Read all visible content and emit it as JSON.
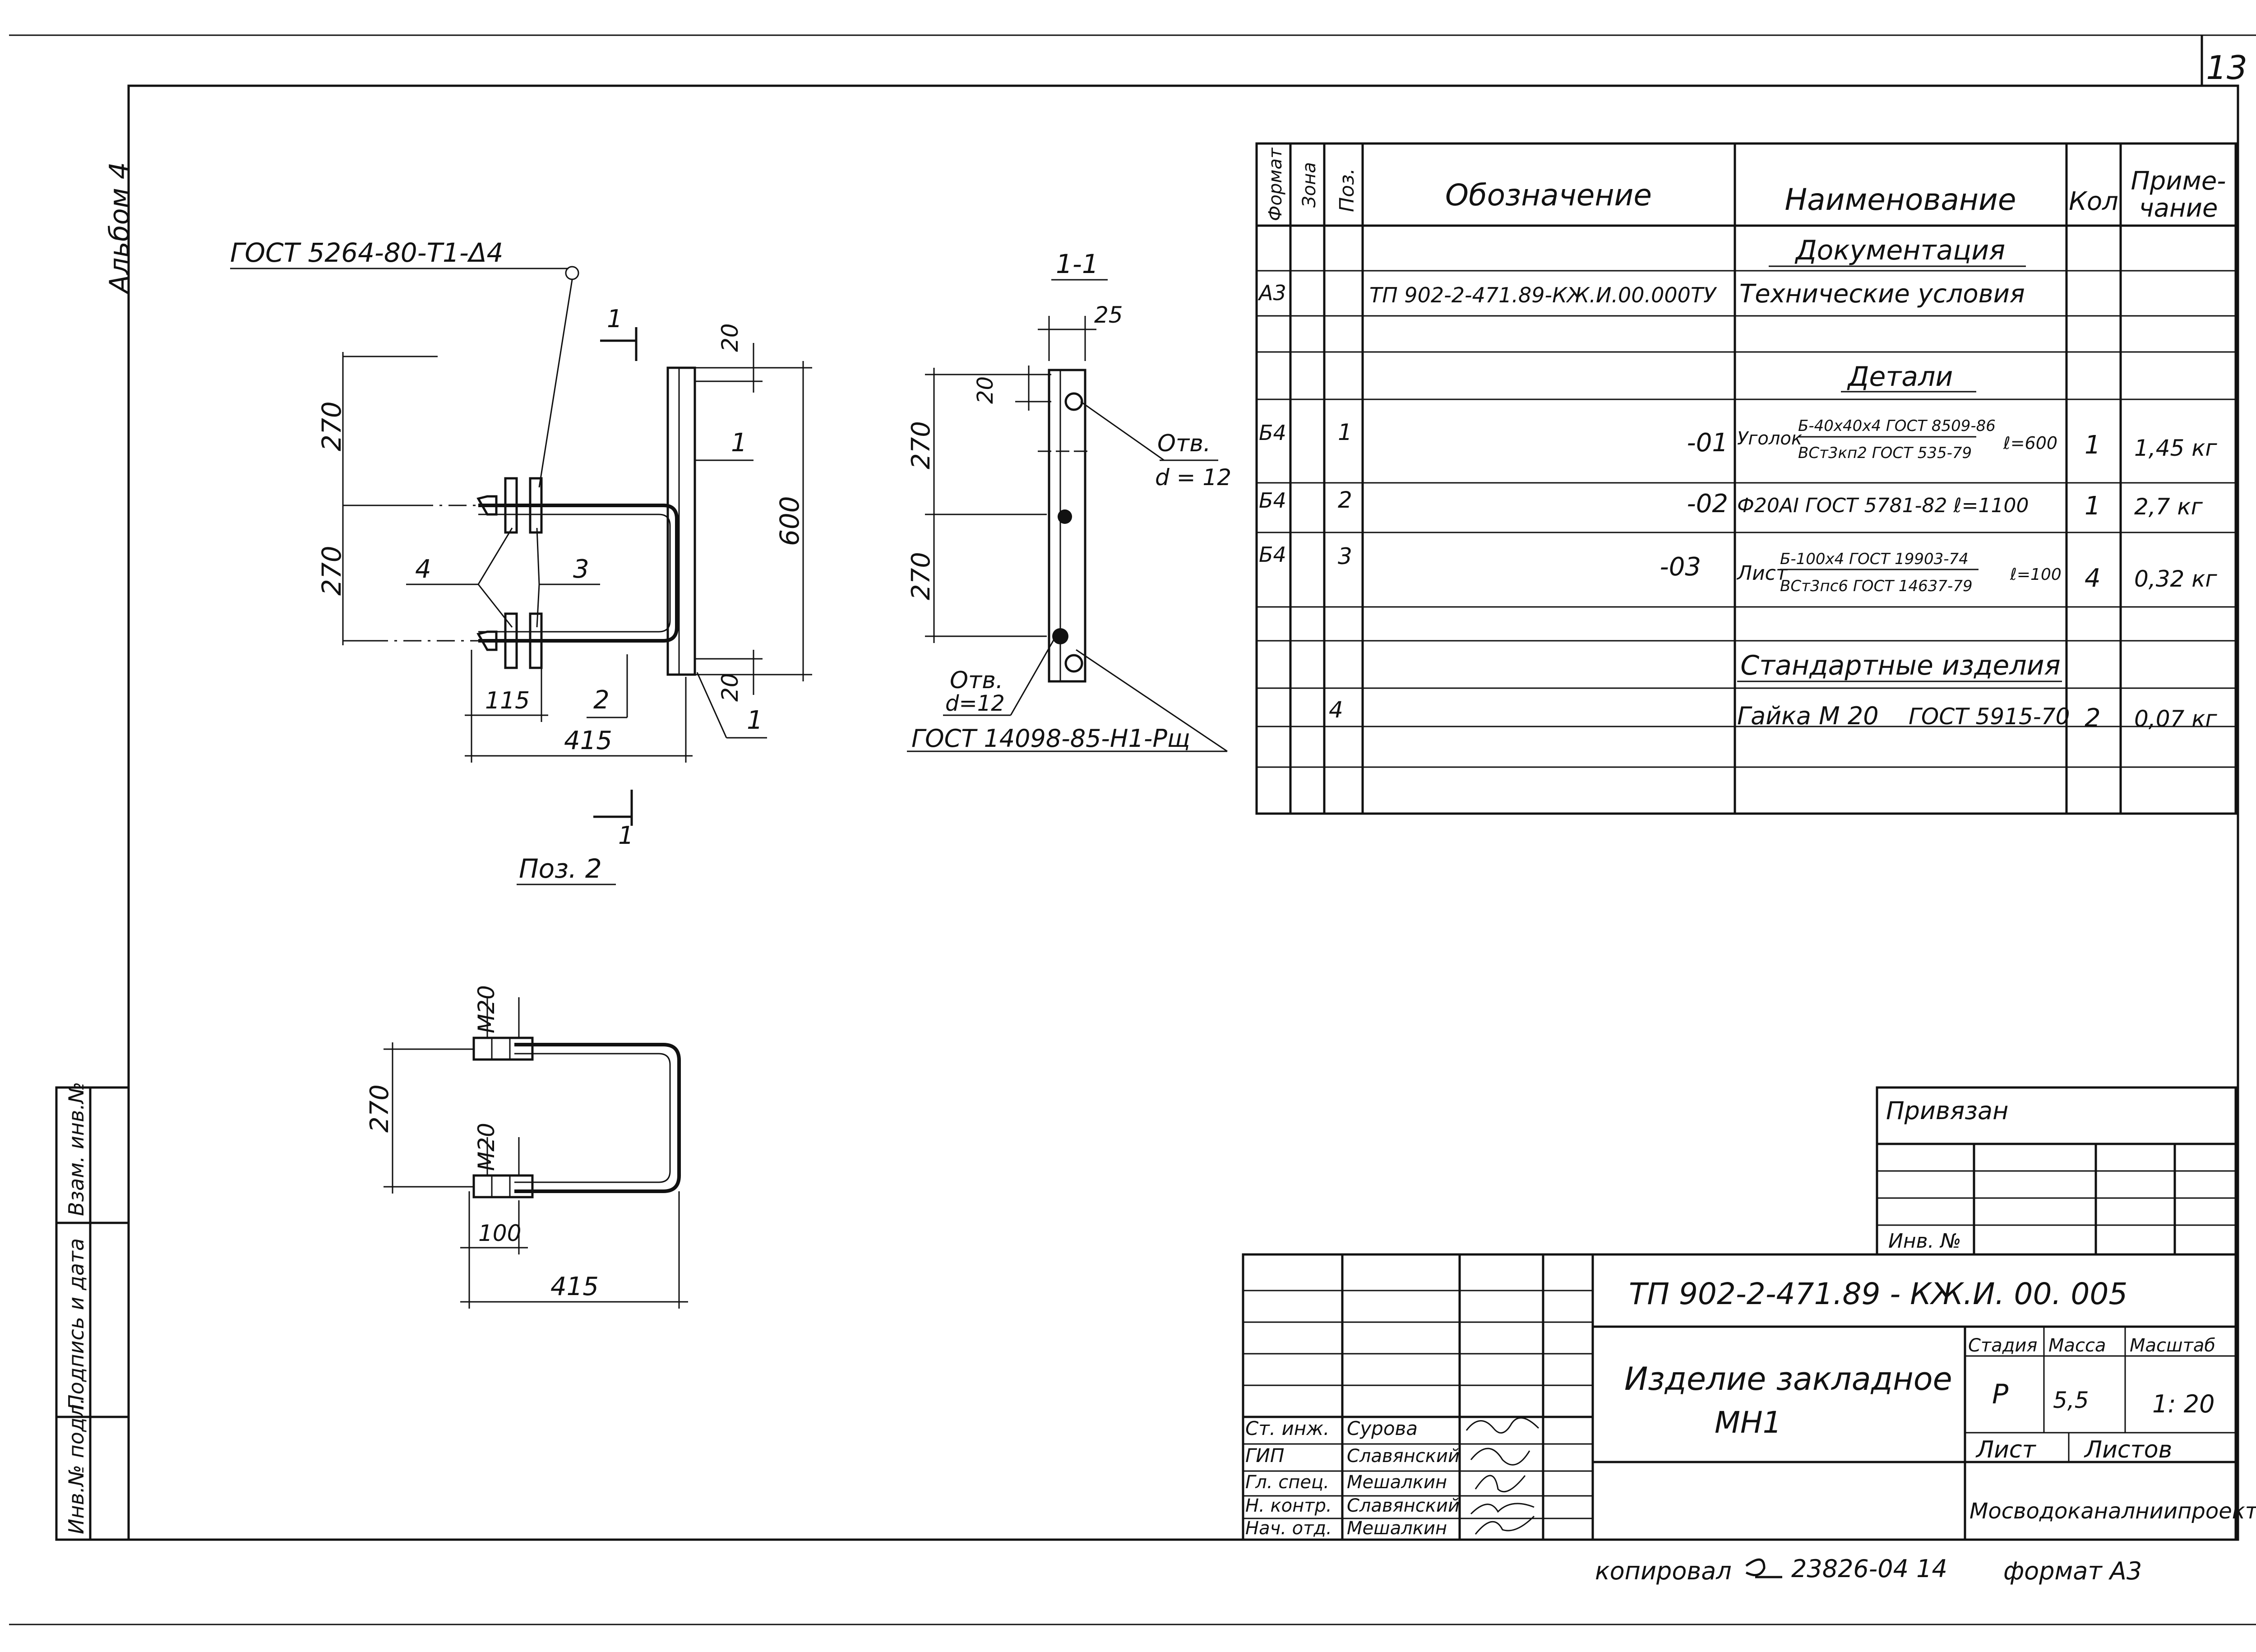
{
  "sheet_number": "13",
  "album": "Альбом 4",
  "left_stamp": {
    "inv_no_podl": "Инв.№ подл.",
    "signature_date": "Подпись и дата",
    "vzam_inv_no": "Взам. инв.№"
  },
  "drawing": {
    "gost_weld": "ГОСТ 5264-80-Т1-Δ4",
    "cut_label": "1",
    "pos_label": "Поз. 2",
    "dims": {
      "d270a": "270",
      "d270b": "270",
      "d600": "600",
      "d20top": "20",
      "d20bot": "20",
      "d115": "115",
      "d415": "415",
      "d2": "2",
      "d1a": "1",
      "d1b": "1",
      "d3": "3",
      "d4": "4"
    },
    "section": {
      "title": "1-1",
      "d25": "25",
      "d20": "20",
      "d270a": "270",
      "d270b": "270",
      "hole_top": "Отв.",
      "hole_top_d": "d = 12",
      "hole_bot": "Отв.",
      "hole_bot_d": "d=12",
      "gost": "ГОСТ 14098-85-Н1-Рщ"
    },
    "pos2": {
      "m20a": "М20",
      "m20b": "М20",
      "d270": "270",
      "d100": "100",
      "d415": "415"
    }
  },
  "spec_table": {
    "headers": {
      "format": "Формат",
      "zone": "Зона",
      "pos": "Поз.",
      "designation": "Обозначение",
      "name": "Наименование",
      "qty": "Кол",
      "note_1": "Приме-",
      "note_2": "чание"
    },
    "section_docs": "Документация",
    "doc_row": {
      "format": "А3",
      "designation": "ТП 902-2-471.89-КЖ.И.00.000ТУ",
      "name": "Технические условия"
    },
    "section_parts": "Детали",
    "rows": [
      {
        "format": "Б4",
        "pos": "1",
        "designation": "-01",
        "name_main": "Уголок",
        "name_top": "Б-40х40х4 ГОСТ 8509-86",
        "name_bot": "ВСт3кп2 ГОСТ 535-79",
        "name_len": "ℓ=600",
        "qty": "1",
        "note": "1,45 кг"
      },
      {
        "format": "Б4",
        "pos": "2",
        "designation": "-02",
        "name_main": "Ф20АI ГОСТ 5781-82  ℓ=1100",
        "qty": "1",
        "note": "2,7 кг"
      },
      {
        "format": "Б4",
        "pos": "3",
        "designation": "-03",
        "name_main": "Лист",
        "name_top": "Б-100х4 ГОСТ 19903-74",
        "name_bot": "ВСт3пс6 ГОСТ 14637-79",
        "name_len": "ℓ=100",
        "qty": "4",
        "note": "0,32 кг"
      }
    ],
    "section_std": "Стандартные изделия",
    "std_row": {
      "pos": "4",
      "name": "Гайка М 20",
      "gost": "ГОСТ 5915-70",
      "qty": "2",
      "note": "0,07 кг"
    }
  },
  "privyazan": {
    "label": "Привязан",
    "inv": "Инв. №"
  },
  "title_block": {
    "code": "ТП 902-2-471.89  -  КЖ.И. 00. 005",
    "name_1": "Изделие закладное",
    "name_2": "МН1",
    "stage_label": "Стадия",
    "mass_label": "Масса",
    "scale_label": "Масштаб",
    "stage": "Р",
    "mass": "5,5",
    "scale": "1: 20",
    "sheet_label": "Лист",
    "sheets_label": "Листов",
    "org": "Мосводоканалниипроект",
    "people": [
      {
        "role": "Ст. инж.",
        "name": "Сурова"
      },
      {
        "role": "ГИП",
        "name": "Славянский"
      },
      {
        "role": "Гл. спец.",
        "name": "Мешалкин"
      },
      {
        "role": "Н. контр.",
        "name": "Славянский"
      },
      {
        "role": "Нач. отд.",
        "name": "Мешалкин"
      }
    ]
  },
  "footer": {
    "copied": "копировал",
    "order": "23826-04  14",
    "format": "формат А3"
  }
}
